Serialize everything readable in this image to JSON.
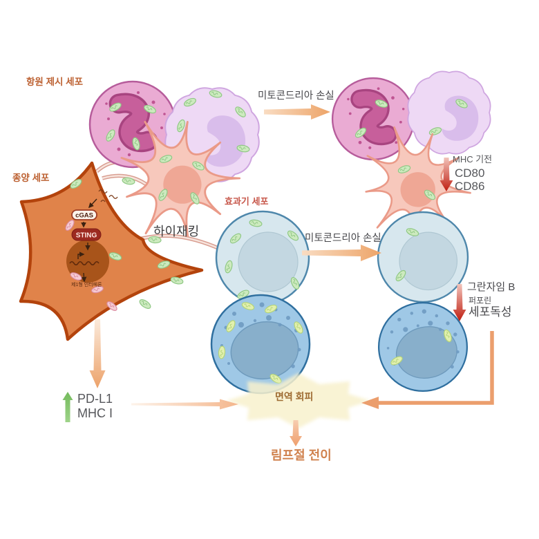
{
  "figure": {
    "labels": {
      "antigen_presenting_cells": "항원 제시 세포",
      "tumor_cell": "종양 세포",
      "hijacking": "하이재킹",
      "mitochondria_loss_top": "미토콘드리아 손실",
      "mitochondria_loss_mid": "미토콘드리아 손실",
      "effector_cells": "효과기 세포",
      "cgas": "cGAS",
      "sting": "STING",
      "type1_interferon": "제1형 인터페론",
      "mhc_pathway": "MHC 기전",
      "cd80": "CD80",
      "cd86": "CD86",
      "granzyme_b": "그란자임 B",
      "perforin": "퍼포린",
      "cytotoxicity": "세포독성",
      "pd_l1": "PD-L1",
      "mhc_i": "MHC I",
      "immune_evasion": "면역 회피",
      "lymph_node_metastasis": "림프절 전이"
    },
    "colors": {
      "label_orange": "#bd6233",
      "label_effector_red": "#c7574a",
      "label_gray": "#48484c",
      "label_evasion_brown": "#9e6b32",
      "label_lymph_orange": "#d0814d",
      "arrow_orange": "#eda468",
      "arrow_red": "#bf1d10",
      "arrow_green": "#7fc167",
      "tumor_fill": "#e0834a",
      "tumor_border": "#b3430c",
      "sting_pill": "#9c2a20",
      "mitochondria_green": "#cdeabf",
      "starburst_yellow": "#f8f1cd"
    }
  }
}
